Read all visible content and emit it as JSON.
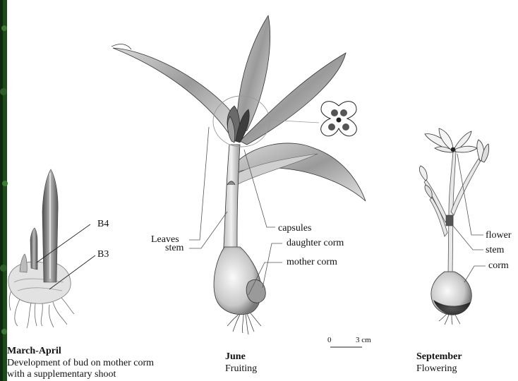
{
  "labels": {
    "b4": "B4",
    "b3": "B3",
    "leaves": "Leaves",
    "stem_june": "stem",
    "capsules": "capsules",
    "daughter_corm": "daughter corm",
    "mother_corm": "mother corm",
    "flower": "flower",
    "stem_september": "stem",
    "corm": "corm"
  },
  "scale_bar": {
    "start": "0",
    "end": "3 cm"
  },
  "captions": {
    "march_april": {
      "title": "March-April",
      "line1": "Development of bud on mother corm",
      "line2": "with a supplementary shoot"
    },
    "june": {
      "title": "June",
      "line1": "Fruiting"
    },
    "september": {
      "title": "September",
      "line1": "Flowering"
    }
  },
  "colors": {
    "background": "#ffffff",
    "foliage_edge": "#1f4a1c",
    "line": "#222222"
  }
}
